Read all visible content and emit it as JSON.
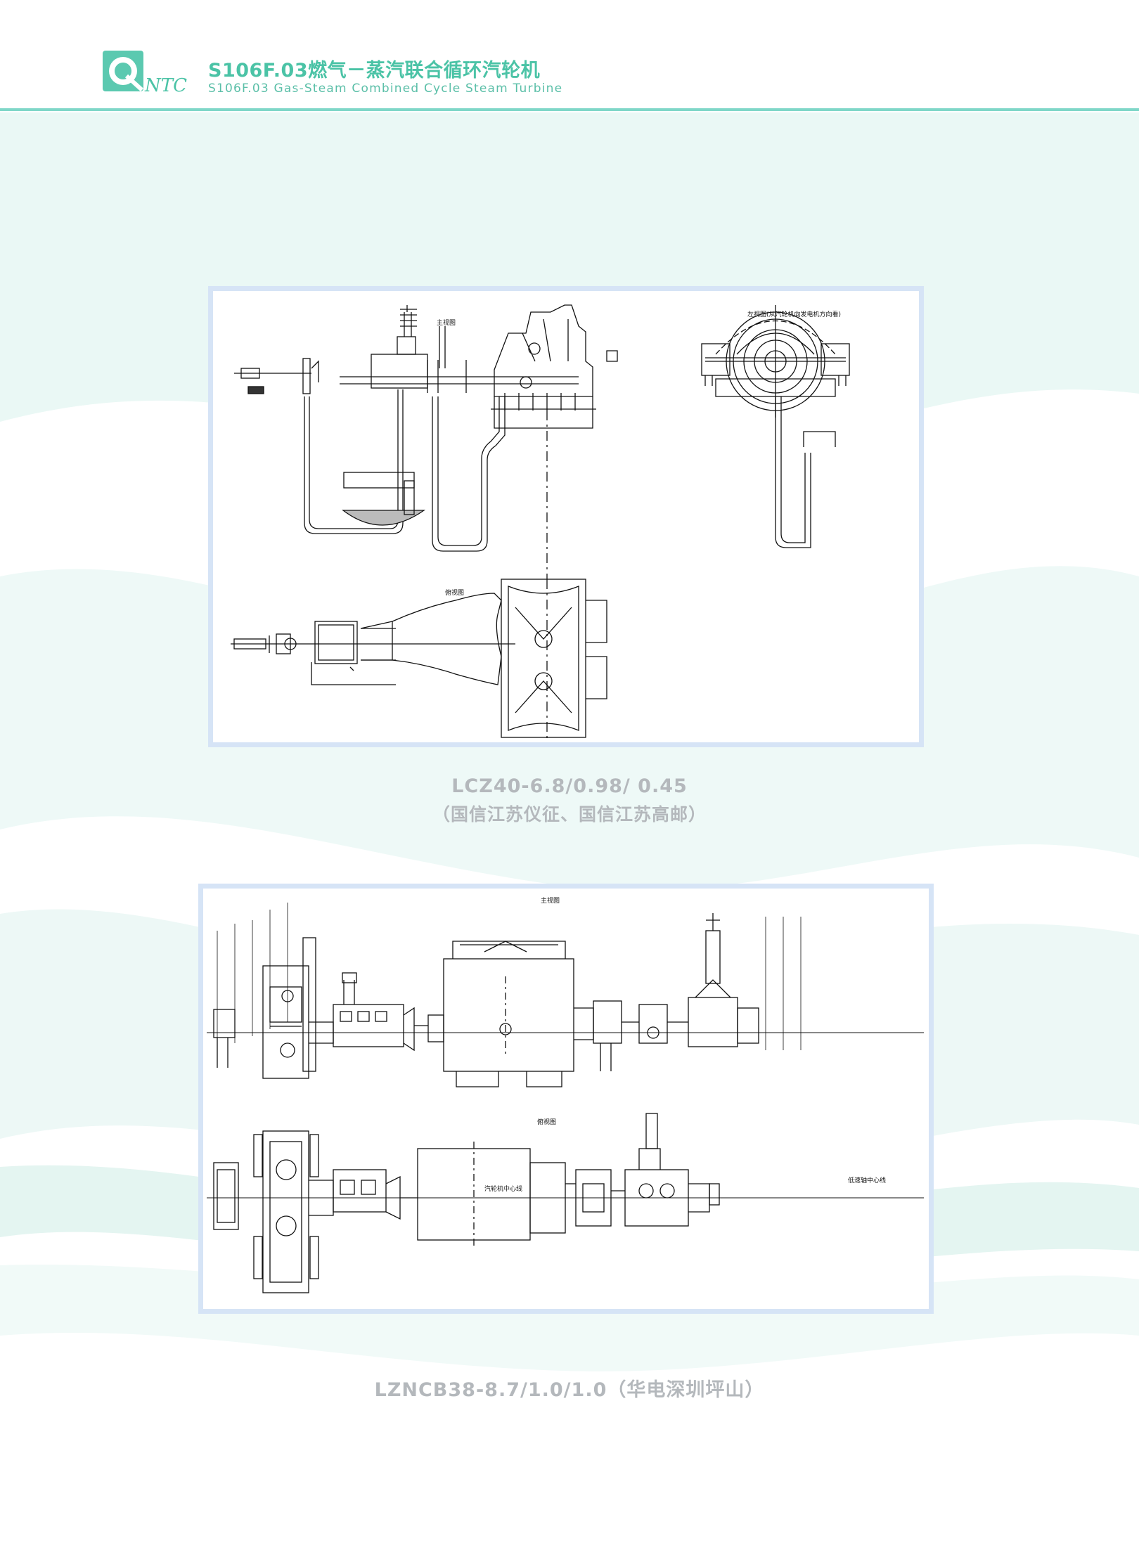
{
  "header": {
    "logo_text": "NTC",
    "title_cn": "S106F.03燃气－蒸汽联合循环汽轮机",
    "title_en": "S106F.03 Gas-Steam Combined Cycle Steam Turbine"
  },
  "figures": [
    {
      "drawing_labels": [
        "主视图",
        "俯视图",
        "左视图(从汽轮机向发电机方向看)"
      ],
      "caption_line1": "LCZ40-6.8/0.98/ 0.45",
      "caption_line2": "（国信江苏仪征、国信江苏高邮）"
    },
    {
      "drawing_labels": [
        "主视图",
        "俯视图",
        "汽轮机中心线",
        "低速轴中心线"
      ],
      "caption_line1": "LZNCB38-8.7/1.0/1.0（华电深圳坪山）"
    }
  ],
  "colors": {
    "accent": "#4bc3a6",
    "header_line": "#7fd7c8",
    "frame_border": "#d6e4f6",
    "caption": "#b4b8bc"
  }
}
